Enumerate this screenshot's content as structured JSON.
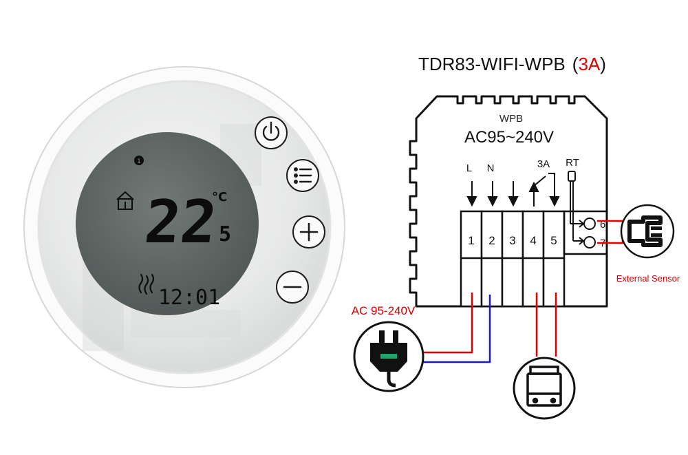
{
  "thermostat": {
    "temperature": "22",
    "temperature_decimal": "5",
    "unit": "°C",
    "clock": "12:01",
    "indicator": "1",
    "buttons": [
      "power-button",
      "menu-button",
      "plus-button",
      "minus-button"
    ]
  },
  "diagram": {
    "title_model": "TDR83-WIFI-WPB",
    "title_open_paren": "(",
    "title_rating": "3A",
    "title_close_paren": ")",
    "box_label": "WPB",
    "voltage": "AC95~240V",
    "label_l": "L",
    "label_n": "N",
    "label_3a": "3A",
    "label_rt": "RT",
    "terminals": [
      "1",
      "2",
      "3",
      "4",
      "5"
    ],
    "sensor_terminals": [
      "6",
      "7"
    ],
    "power_label": "AC 95-240V",
    "sensor_label": "External Sensor"
  },
  "colors": {
    "live_wire": "#e00000",
    "neutral_wire": "#1a1ac8",
    "plug_accent": "#1aa86a",
    "lcd_bg": "#626a68",
    "lcd_segment": "#0c0c0c"
  }
}
